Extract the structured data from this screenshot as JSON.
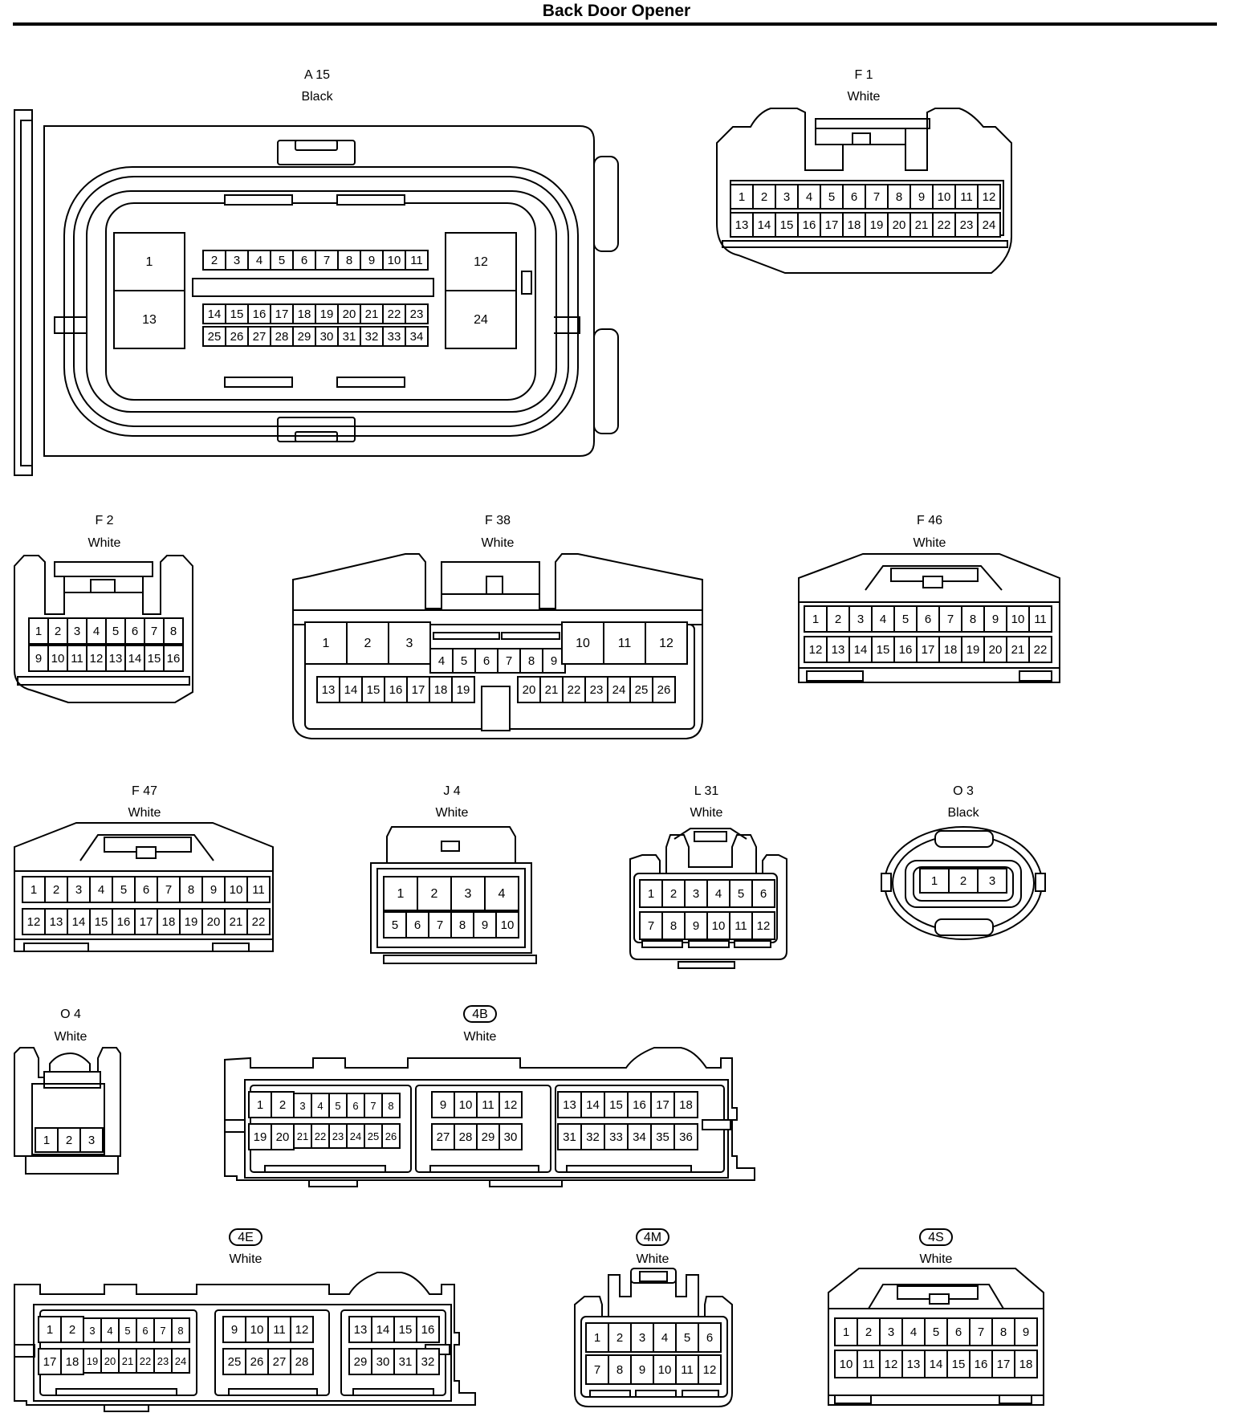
{
  "title": "Back Door Opener",
  "connectors": [
    {
      "id": "A 15",
      "color": "Black",
      "pins": [
        "1",
        "2",
        "3",
        "4",
        "5",
        "6",
        "7",
        "8",
        "9",
        "10",
        "11",
        "12",
        "13",
        "14",
        "15",
        "16",
        "17",
        "18",
        "19",
        "20",
        "21",
        "22",
        "23",
        "24",
        "25",
        "26",
        "27",
        "28",
        "29",
        "30",
        "31",
        "32",
        "33",
        "34"
      ]
    },
    {
      "id": "F 1",
      "color": "White",
      "pins": [
        "1",
        "2",
        "3",
        "4",
        "5",
        "6",
        "7",
        "8",
        "9",
        "10",
        "11",
        "12",
        "13",
        "14",
        "15",
        "16",
        "17",
        "18",
        "19",
        "20",
        "21",
        "22",
        "23",
        "24"
      ]
    },
    {
      "id": "F 2",
      "color": "White",
      "pins": [
        "1",
        "2",
        "3",
        "4",
        "5",
        "6",
        "7",
        "8",
        "9",
        "10",
        "11",
        "12",
        "13",
        "14",
        "15",
        "16"
      ]
    },
    {
      "id": "F 38",
      "color": "White",
      "pins": [
        "1",
        "2",
        "3",
        "4",
        "5",
        "6",
        "7",
        "8",
        "9",
        "10",
        "11",
        "12",
        "13",
        "14",
        "15",
        "16",
        "17",
        "18",
        "19",
        "20",
        "21",
        "22",
        "23",
        "24",
        "25",
        "26"
      ]
    },
    {
      "id": "F 46",
      "color": "White",
      "pins": [
        "1",
        "2",
        "3",
        "4",
        "5",
        "6",
        "7",
        "8",
        "9",
        "10",
        "11",
        "12",
        "13",
        "14",
        "15",
        "16",
        "17",
        "18",
        "19",
        "20",
        "21",
        "22"
      ]
    },
    {
      "id": "F 47",
      "color": "White",
      "pins": [
        "1",
        "2",
        "3",
        "4",
        "5",
        "6",
        "7",
        "8",
        "9",
        "10",
        "11",
        "12",
        "13",
        "14",
        "15",
        "16",
        "17",
        "18",
        "19",
        "20",
        "21",
        "22"
      ]
    },
    {
      "id": "J 4",
      "color": "White",
      "pins": [
        "1",
        "2",
        "3",
        "4",
        "5",
        "6",
        "7",
        "8",
        "9",
        "10"
      ]
    },
    {
      "id": "L 31",
      "color": "White",
      "pins": [
        "1",
        "2",
        "3",
        "4",
        "5",
        "6",
        "7",
        "8",
        "9",
        "10",
        "11",
        "12"
      ]
    },
    {
      "id": "O 3",
      "color": "Black",
      "pins": [
        "1",
        "2",
        "3"
      ]
    },
    {
      "id": "O 4",
      "color": "White",
      "pins": [
        "1",
        "2",
        "3"
      ]
    },
    {
      "id": "4B",
      "color": "White",
      "pins": [
        "1",
        "2",
        "3",
        "4",
        "5",
        "6",
        "7",
        "8",
        "9",
        "10",
        "11",
        "12",
        "13",
        "14",
        "15",
        "16",
        "17",
        "18",
        "19",
        "20",
        "21",
        "22",
        "23",
        "24",
        "25",
        "26",
        "27",
        "28",
        "29",
        "30",
        "31",
        "32",
        "33",
        "34",
        "35",
        "36"
      ]
    },
    {
      "id": "4E",
      "color": "White",
      "pins": [
        "1",
        "2",
        "3",
        "4",
        "5",
        "6",
        "7",
        "8",
        "9",
        "10",
        "11",
        "12",
        "13",
        "14",
        "15",
        "16",
        "17",
        "18",
        "19",
        "20",
        "21",
        "22",
        "23",
        "24",
        "25",
        "26",
        "27",
        "28",
        "29",
        "30",
        "31",
        "32"
      ]
    },
    {
      "id": "4M",
      "color": "White",
      "pins": [
        "1",
        "2",
        "3",
        "4",
        "5",
        "6",
        "7",
        "8",
        "9",
        "10",
        "11",
        "12"
      ]
    },
    {
      "id": "4S",
      "color": "White",
      "pins": [
        "1",
        "2",
        "3",
        "4",
        "5",
        "6",
        "7",
        "8",
        "9",
        "10",
        "11",
        "12",
        "13",
        "14",
        "15",
        "16",
        "17",
        "18"
      ]
    }
  ]
}
